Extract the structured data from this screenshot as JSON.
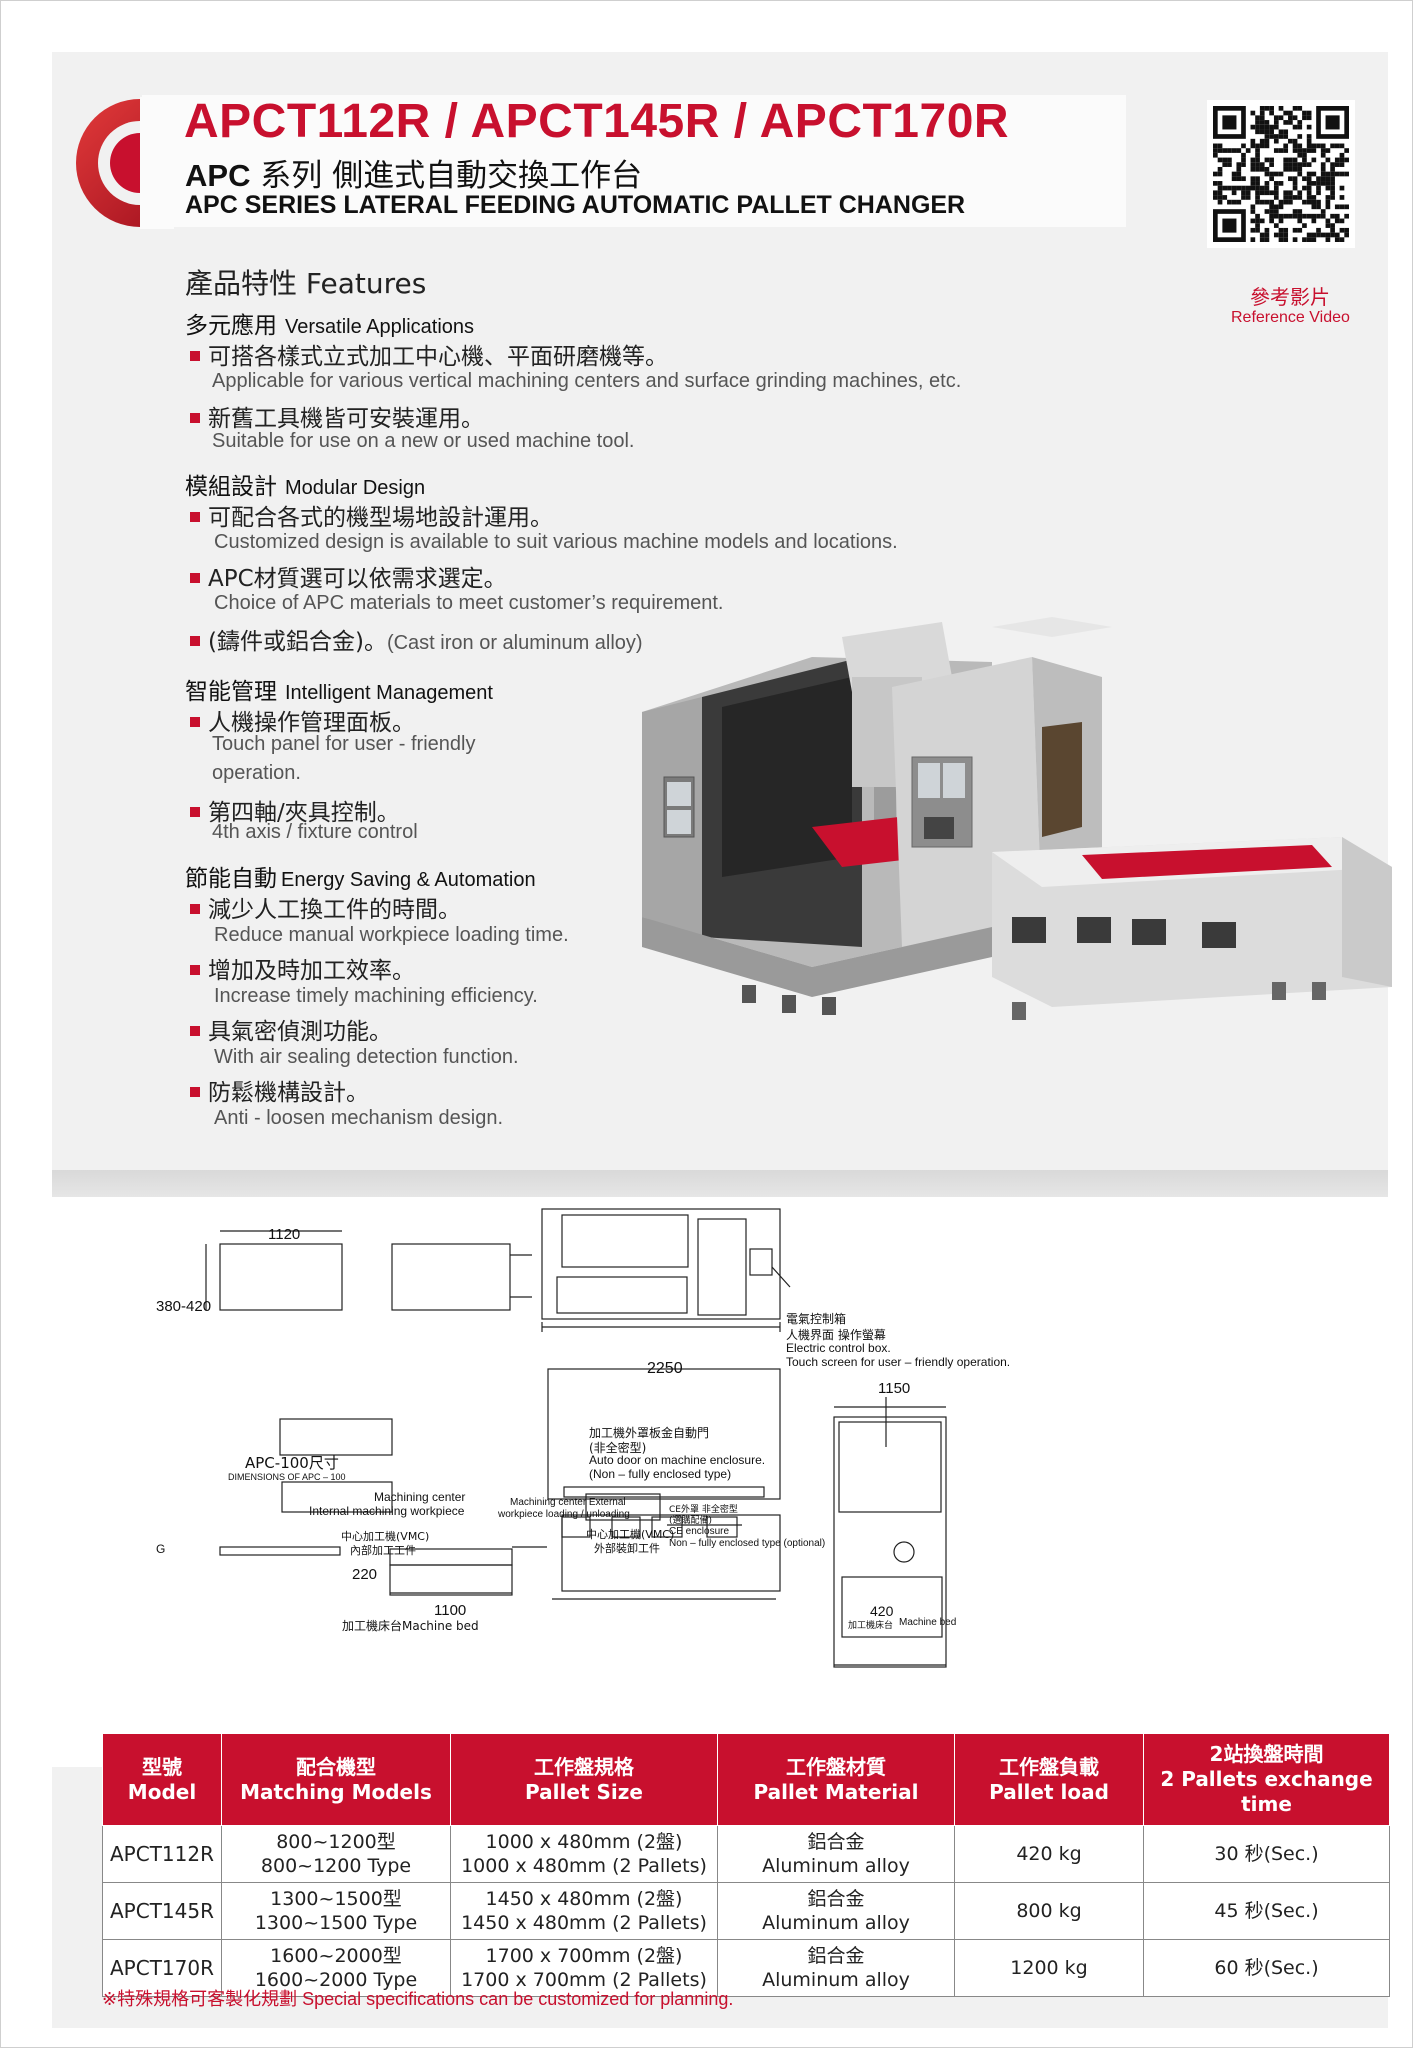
{
  "header": {
    "title": "APCT112R / APCT145R / APCT170R",
    "subtitle_prefix": "APC",
    "subtitle_cn": " 系列 側進式自動交換工作台",
    "subtitle_en": "APC SERIES LATERAL FEEDING AUTOMATIC PALLET CHANGER",
    "qr_label_cn": "參考影片",
    "qr_label_en": "Reference Video",
    "accent_color": "#c8102e"
  },
  "features": {
    "title": "產品特性 Features",
    "sections": [
      {
        "cn": "多元應用",
        "en": "Versatile Applications",
        "bullets": [
          {
            "cn": "可搭各樣式立式加工中心機、平面研磨機等。",
            "en": "Applicable for various vertical machining centers and surface grinding machines, etc."
          },
          {
            "cn": "新舊工具機皆可安裝運用。",
            "en": "Suitable for use on a new or used machine tool."
          }
        ]
      },
      {
        "cn": "模組設計",
        "en": "Modular Design",
        "bullets": [
          {
            "cn": "可配合各式的機型場地設計運用。",
            "en": "Customized design is available to suit various machine models and locations."
          },
          {
            "cn": "APC材質選可以依需求選定。",
            "en": "Choice of APC materials to meet customer’s requirement."
          },
          {
            "cn": "(鑄件或鋁合金)。",
            "en": "(Cast iron or aluminum alloy)"
          }
        ]
      },
      {
        "cn": "智能管理",
        "en": "Intelligent Management",
        "bullets": [
          {
            "cn": "人機操作管理面板。",
            "en": "Touch panel for user - friendly",
            "en2": "operation."
          },
          {
            "cn": "第四軸/夾具控制。",
            "en": "4th axis / fixture control"
          }
        ]
      },
      {
        "cn": "節能自動",
        "en": "Energy Saving & Automation",
        "bullets": [
          {
            "cn": "減少人工換工件的時間。",
            "en": "Reduce manual workpiece loading time."
          },
          {
            "cn": "增加及時加工效率。",
            "en": "Increase timely machining efficiency."
          },
          {
            "cn": "具氣密偵測功能。",
            "en": "With air sealing detection function."
          },
          {
            "cn": "防鬆機構設計。",
            "en": "Anti - loosen mechanism design."
          }
        ]
      }
    ]
  },
  "drawing": {
    "dim_1120": "1120",
    "dim_380_420": "380-420",
    "dim_2250": "2250",
    "dim_1150": "1150",
    "dim_220": "220",
    "dim_1100": "1100",
    "dim_420": "420",
    "label_g": "G",
    "electric_cn": "電氣控制箱",
    "hmi_cn": "人機界面 操作螢幕",
    "electric_en": "Electric control box.",
    "hmi_en": "Touch screen for user – friendly operation.",
    "apc_dims_cn": "APC-100尺寸",
    "apc_dims_en": "DIMENSIONS OF APC – 100",
    "mc_internal_en1": "Machining center",
    "mc_internal_en2": "Internal machining workpiece",
    "vmc_internal_cn1": "中心加工機(VMC)",
    "vmc_internal_cn2": "內部加工工件",
    "auto_door_cn1": "加工機外罩板金自動門",
    "auto_door_cn2": "(非全密型)",
    "auto_door_en1": "Auto door on machine enclosure.",
    "auto_door_en2": "(Non – fully enclosed type)",
    "mc_external_en1": "Machining center External",
    "mc_external_en2": "workpiece loading / unloading",
    "vmc_external_cn1": "中心加工機(VMC)",
    "vmc_external_cn2": "外部裝卸工件",
    "ce_cn1": "CE外罩 非全密型",
    "ce_cn2": "(選購配備)",
    "ce_en1": "CE enclosure",
    "ce_en2": "Non – fully enclosed type (optional)",
    "bed_label": "加工機床台Machine bed",
    "bed_label_cn_small": "加工機床台",
    "bed_label_en_small": "Machine bed"
  },
  "table": {
    "headers": [
      {
        "cn": "型號",
        "en": "Model"
      },
      {
        "cn": "配合機型",
        "en": "Matching Models"
      },
      {
        "cn": "工作盤規格",
        "en": "Pallet Size"
      },
      {
        "cn": "工作盤材質",
        "en": "Pallet Material"
      },
      {
        "cn": "工作盤負載",
        "en": "Pallet load"
      },
      {
        "cn": "2站換盤時間",
        "en": "2 Pallets exchange time"
      }
    ],
    "rows": [
      {
        "model": "APCT112R",
        "match1": "800~1200型",
        "match2": "800~1200 Type",
        "size1": "1000 x 480mm (2盤)",
        "size2": "1000 x 480mm (2 Pallets)",
        "mat1": "鋁合金",
        "mat2": "Aluminum alloy",
        "load": "420 kg",
        "time": "30 秒(Sec.)"
      },
      {
        "model": "APCT145R",
        "match1": "1300~1500型",
        "match2": "1300~1500 Type",
        "size1": "1450 x 480mm (2盤)",
        "size2": "1450 x 480mm (2 Pallets)",
        "mat1": "鋁合金",
        "mat2": "Aluminum alloy",
        "load": "800 kg",
        "time": "45 秒(Sec.)"
      },
      {
        "model": "APCT170R",
        "match1": "1600~2000型",
        "match2": "1600~2000 Type",
        "size1": "1700 x 700mm (2盤)",
        "size2": "1700 x 700mm (2 Pallets)",
        "mat1": "鋁合金",
        "mat2": "Aluminum alloy",
        "load": "1200 kg",
        "time": "60 秒(Sec.)"
      }
    ]
  },
  "note": {
    "cn": "※特殊規格可客製化規劃",
    "en": " Special specifications can be customized for planning."
  }
}
